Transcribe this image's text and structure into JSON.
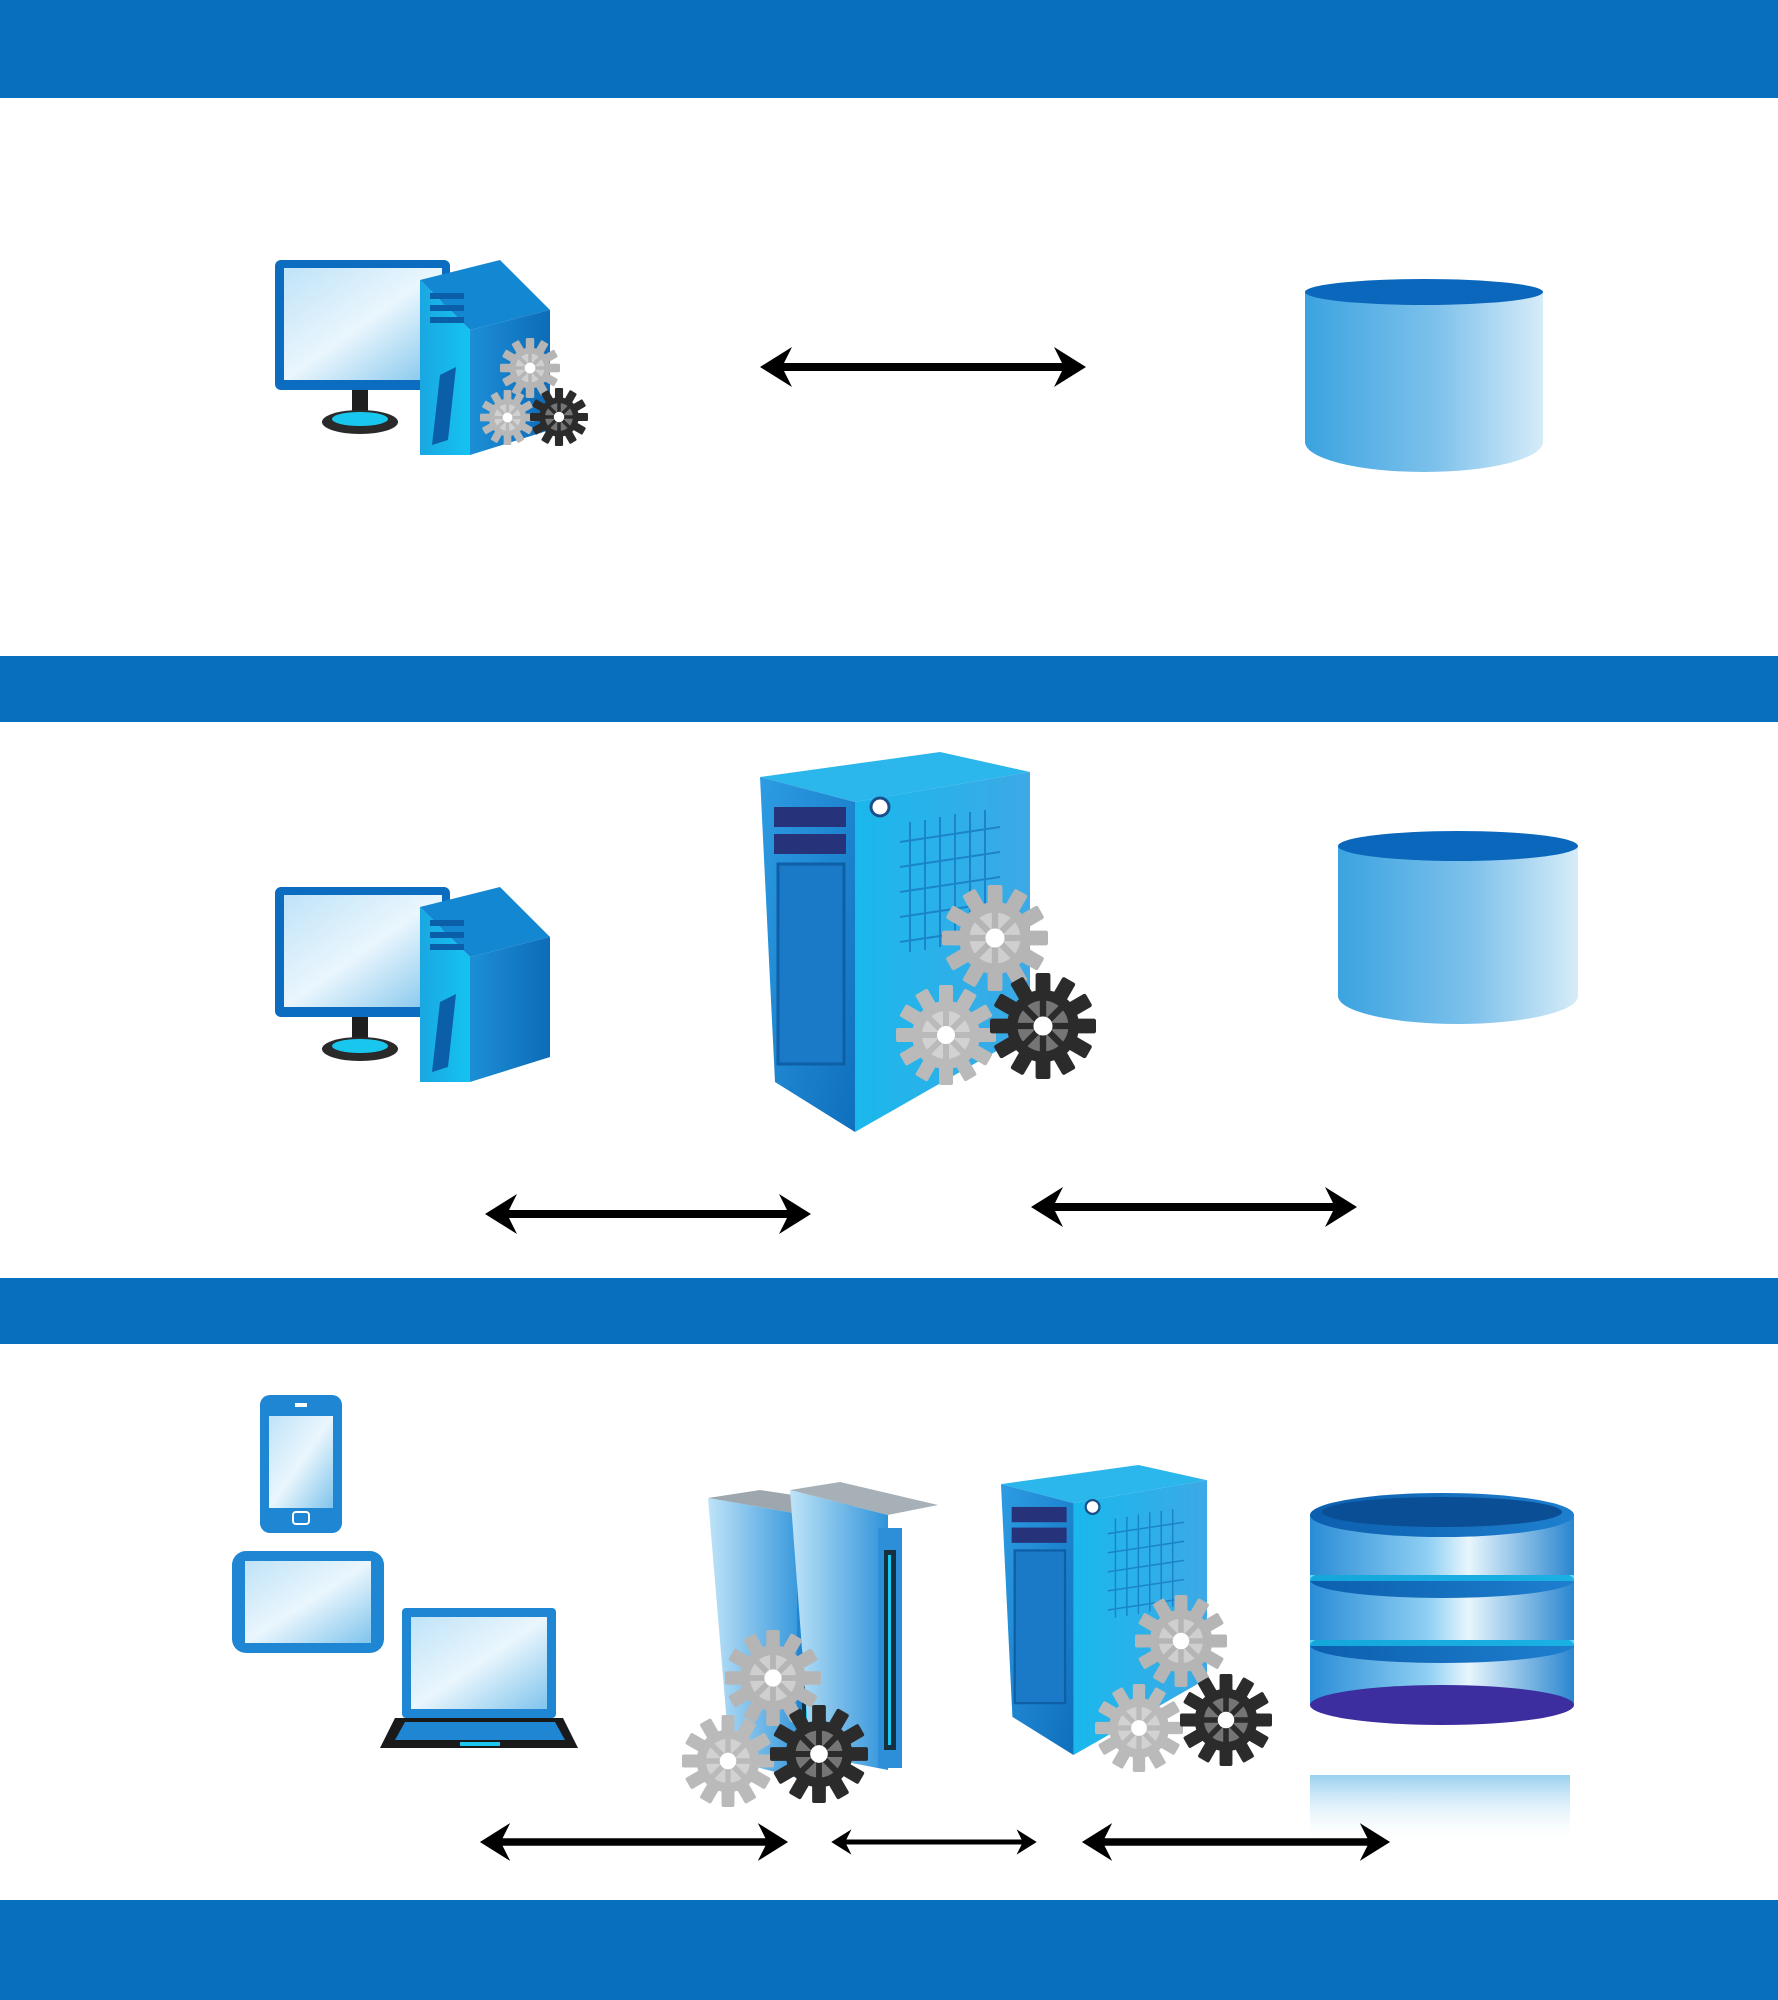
{
  "colors": {
    "band": "#0670BE",
    "accent_cyan": "#19C6EE",
    "device_blue": "#1E86D2",
    "deep_blue": "#0B5FA8",
    "arrow": "#000000",
    "gear": "#B5B5B5",
    "gear_dark": "#2B2B2B"
  },
  "tiers": [
    {
      "name": "",
      "nodes": [
        "desktop-computer-icon",
        "gears-icon",
        "database-cylinder-icon"
      ],
      "links": 1
    },
    {
      "name": "",
      "nodes": [
        "desktop-computer-icon",
        "application-server-icon",
        "gears-icon",
        "database-cylinder-icon"
      ],
      "links": 2
    },
    {
      "name": "",
      "nodes": [
        "smartphone-icon",
        "tablet-icon",
        "laptop-icon",
        "web-server-pair-icon",
        "gears-icon",
        "application-server-icon",
        "database-stack-icon"
      ],
      "links": 3
    }
  ]
}
